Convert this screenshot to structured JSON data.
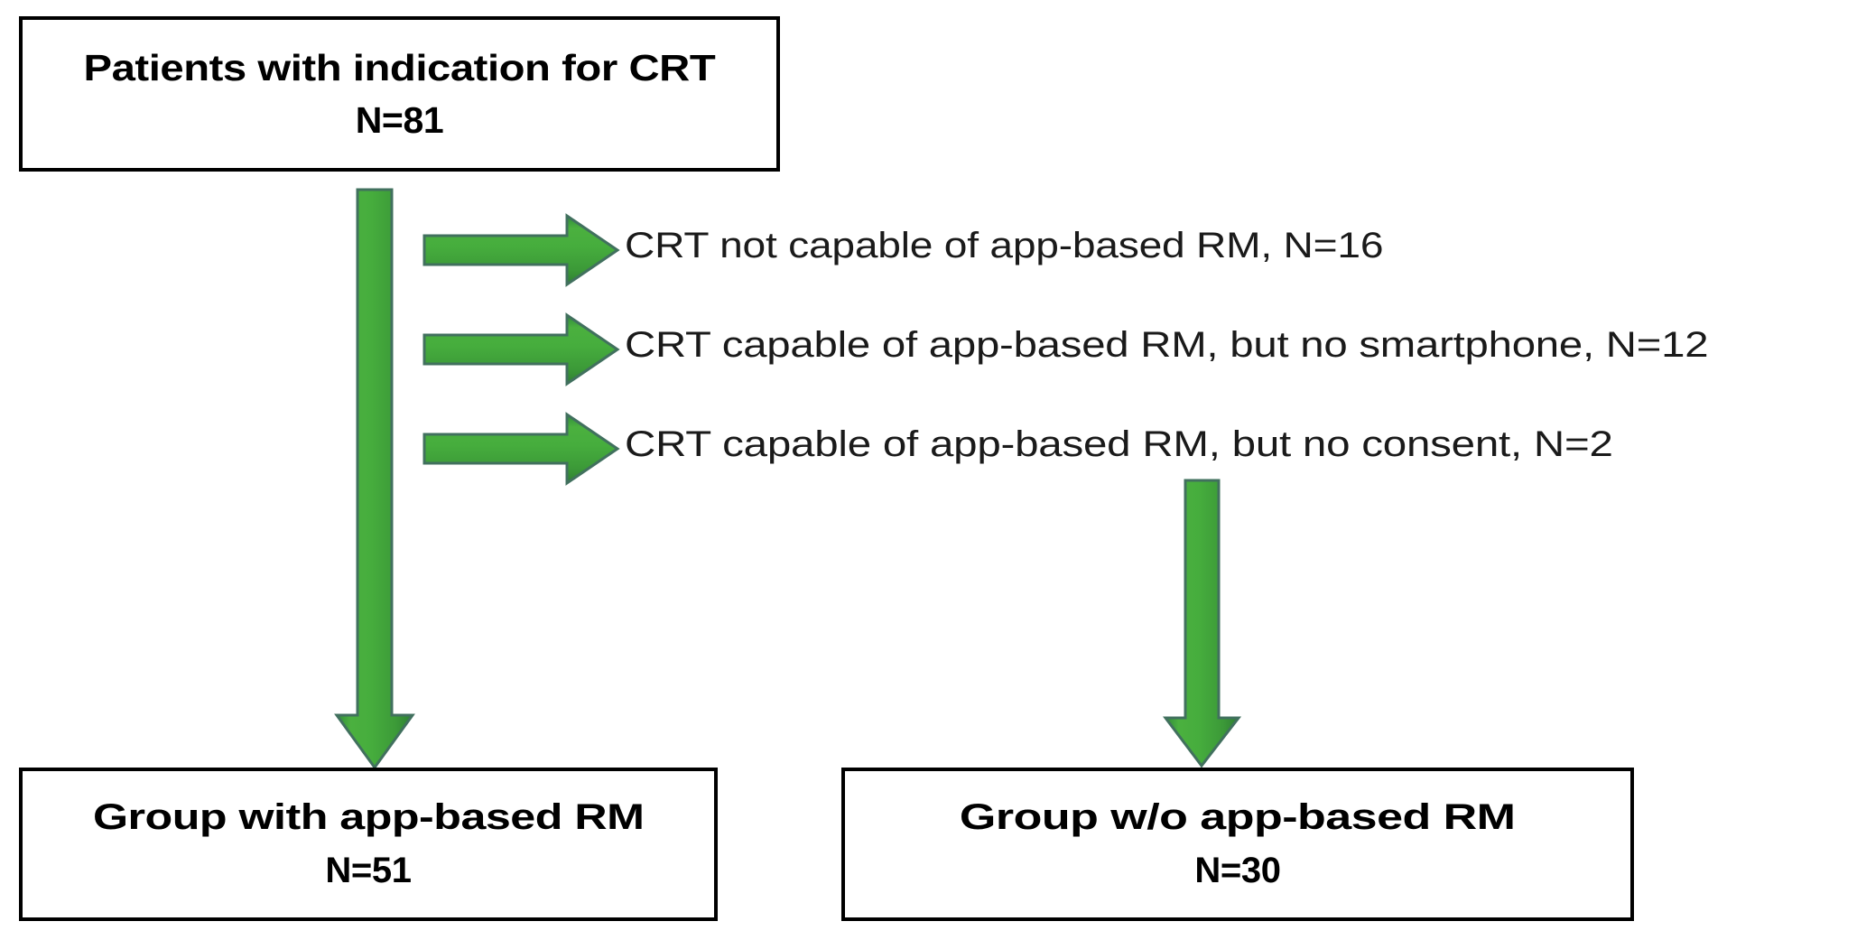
{
  "figure": {
    "type": "flowchart",
    "orientation": "top-down",
    "background_color": "#FFFFFF",
    "box_border_color": "#000000",
    "arrow_color": "#3FA93C",
    "arrow_outline_color": "#41705E",
    "text_color": "#000000"
  },
  "nodes": {
    "top": {
      "id": "patients-with-indication",
      "line1": "Patients with indication for CRT",
      "line2": "N=81",
      "count": 81
    },
    "bottom_left": {
      "id": "group-with-app-based-rm",
      "line1": "Group with app-based RM",
      "line2": "N=51",
      "count": 51
    },
    "bottom_right": {
      "id": "group-without-app-based-rm",
      "line1": "Group w/o app-based RM",
      "line2": "N=30",
      "count": 30
    }
  },
  "exclusions": [
    {
      "id": "not-capable",
      "text": "CRT not capable of app-based RM, N=16",
      "count": 16
    },
    {
      "id": "no-smartphone",
      "text": "CRT capable of app-based RM, but no smartphone, N=12",
      "count": 12
    },
    {
      "id": "no-consent",
      "text": "CRT capable of app-based RM, but no consent, N=2",
      "count": 2
    }
  ],
  "connectors": [
    {
      "id": "main-trunk-arrow",
      "direction": "down",
      "from": "top",
      "to": "bottom_left"
    },
    {
      "id": "exclusion-arrow-1",
      "direction": "right",
      "to": "not-capable"
    },
    {
      "id": "exclusion-arrow-2",
      "direction": "right",
      "to": "no-smartphone"
    },
    {
      "id": "exclusion-arrow-3",
      "direction": "right",
      "to": "no-consent"
    },
    {
      "id": "excluded-merge-arrow",
      "direction": "down",
      "to": "bottom_right"
    }
  ]
}
